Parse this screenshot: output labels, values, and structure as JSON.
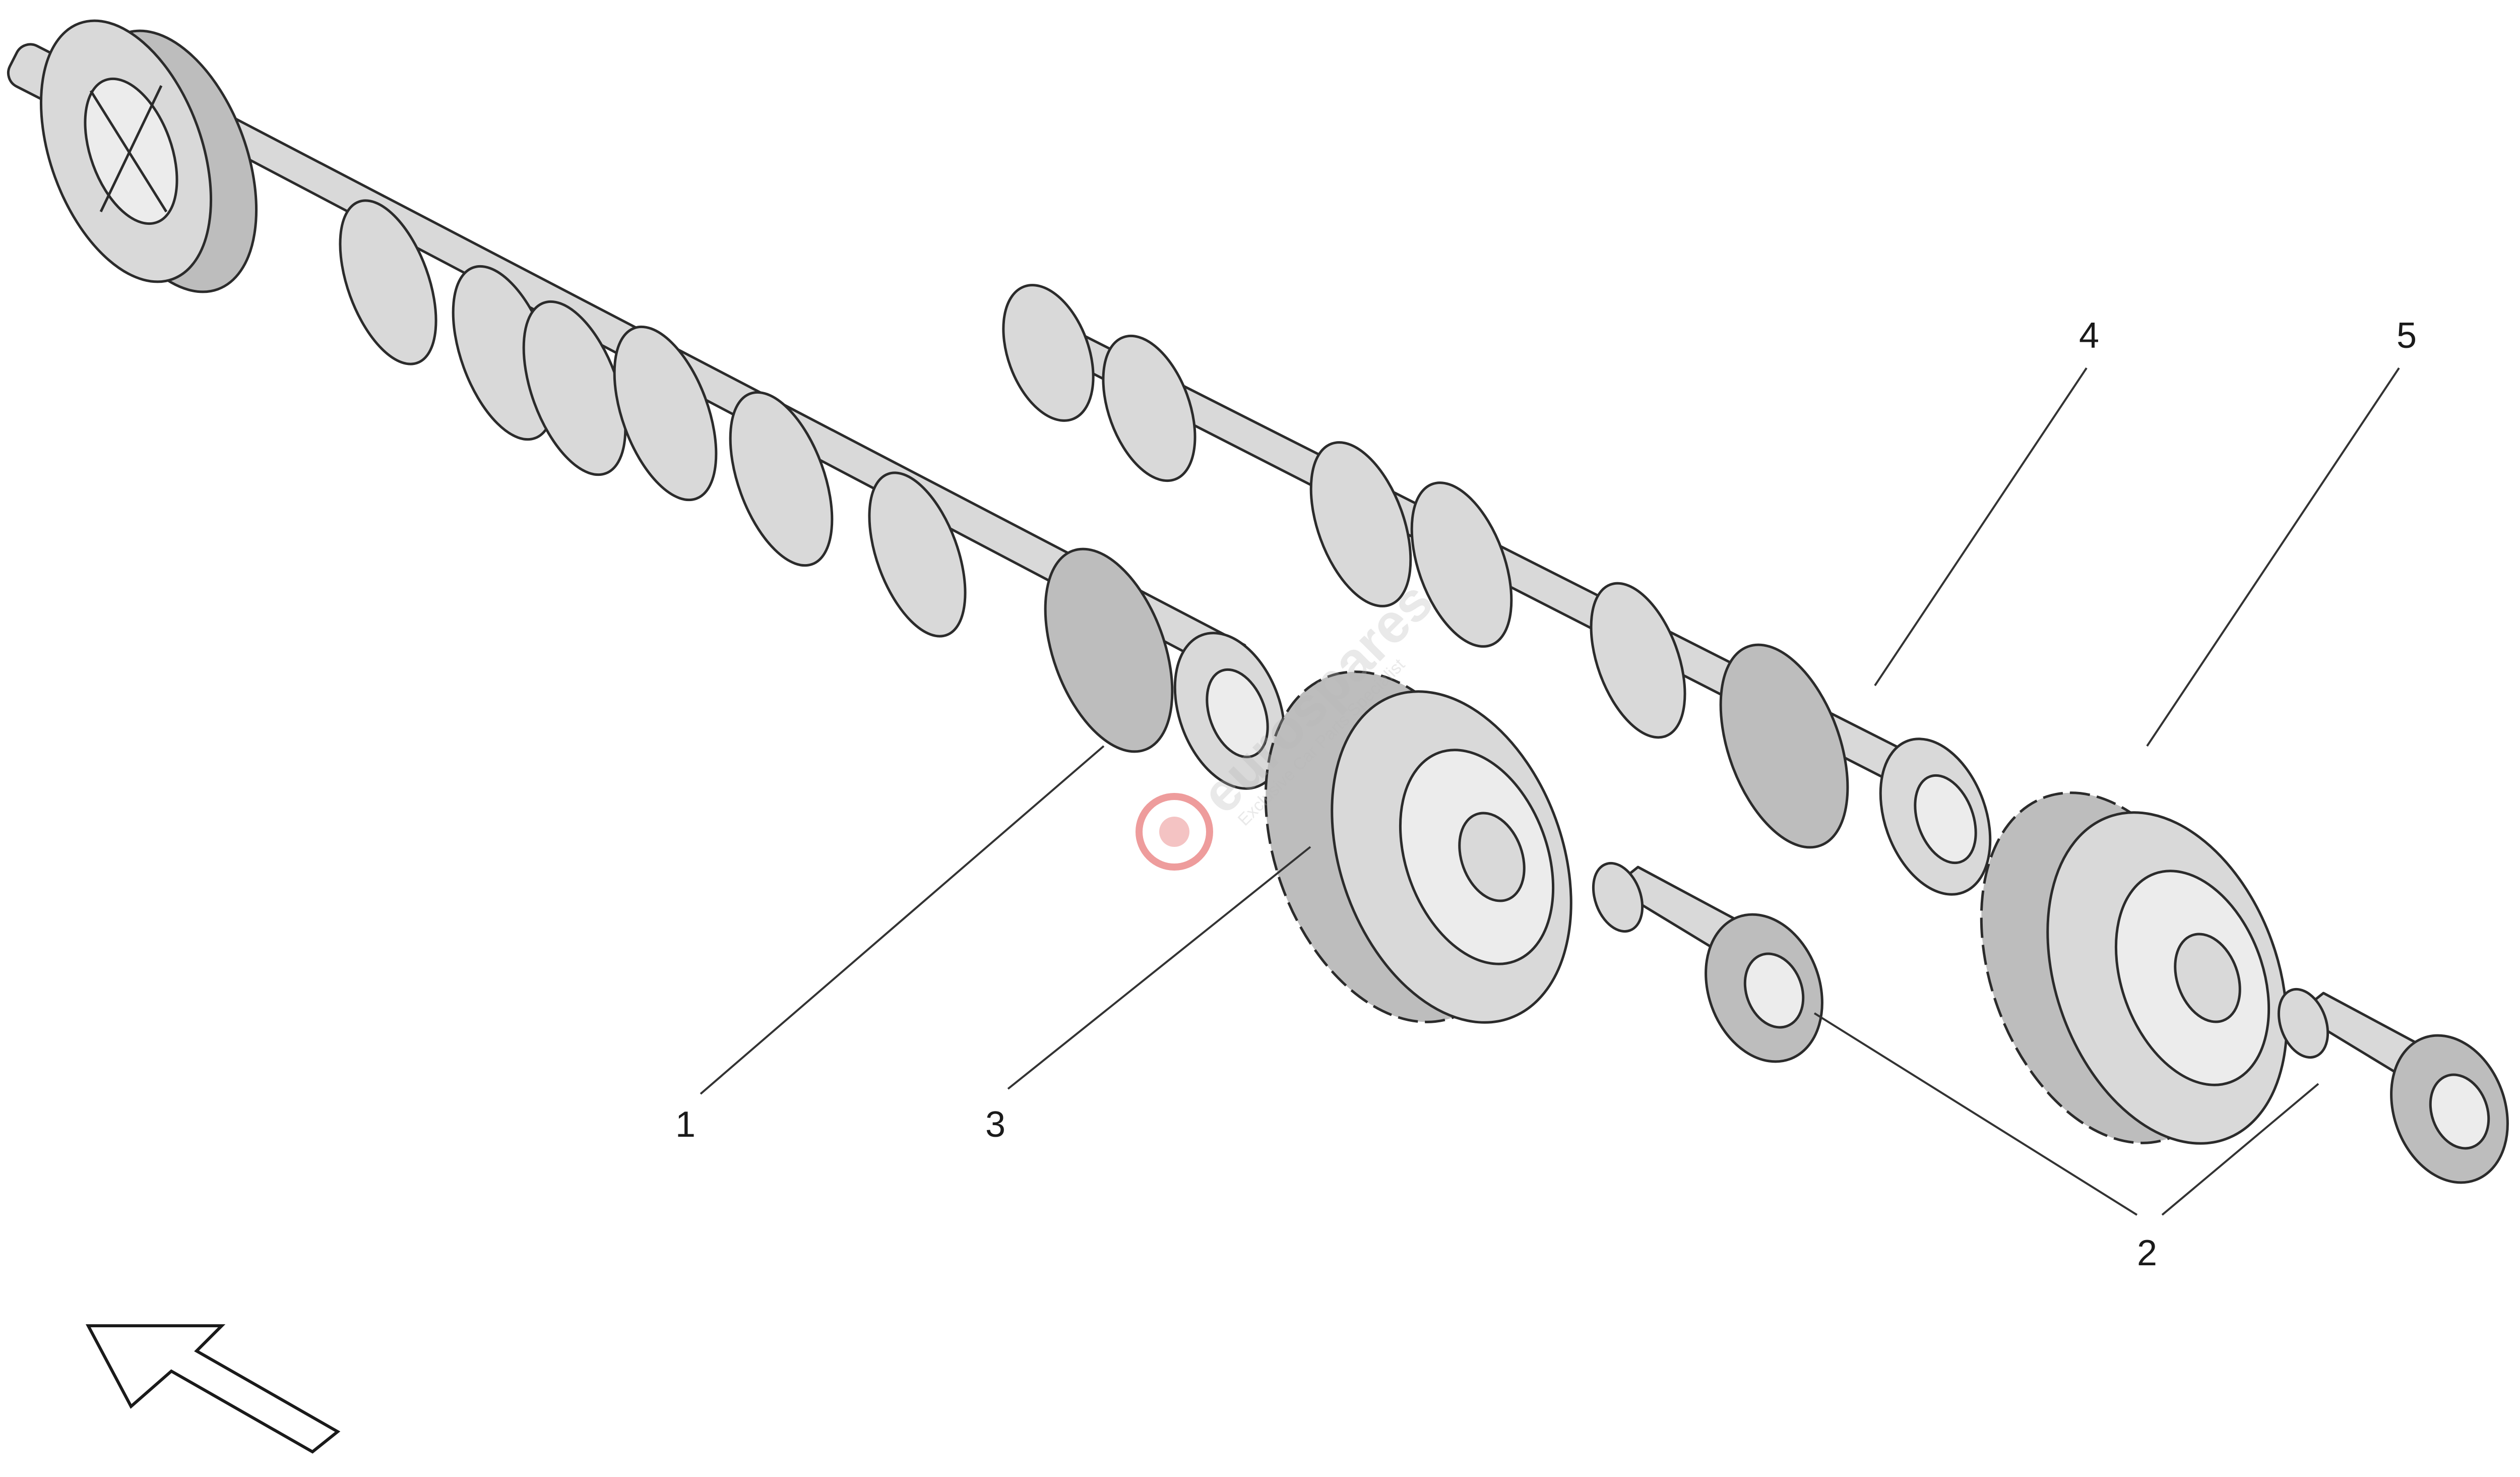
{
  "diagram": {
    "labels": [
      {
        "id": "1",
        "text": "1"
      },
      {
        "id": "2",
        "text": "2"
      },
      {
        "id": "3",
        "text": "3"
      },
      {
        "id": "4",
        "text": "4"
      },
      {
        "id": "5",
        "text": "5"
      }
    ],
    "watermark": {
      "brand": "eurospares",
      "tagline": "Exclusive Car Parts Specialist"
    },
    "direction_arrow_icon": "hollow-arrow-up-left-icon",
    "colors": {
      "line": "#2b2b2b",
      "metal": "#d9d9d9",
      "watermark_red": "#e04b4b"
    }
  }
}
